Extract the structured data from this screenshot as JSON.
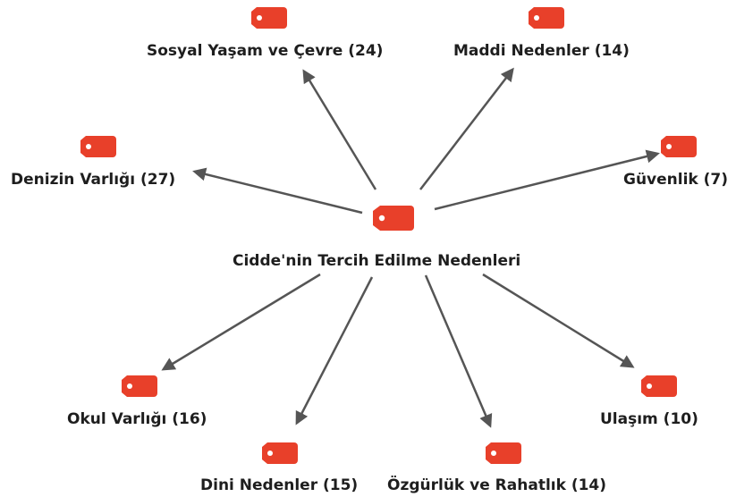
{
  "diagram": {
    "center": {
      "label": "Cidde'nin Tercih Edilme Nedenleri"
    },
    "nodes": [
      {
        "id": "sosyal",
        "label": "Sosyal Yaşam ve Çevre (24)"
      },
      {
        "id": "maddi",
        "label": "Maddi Nedenler (14)"
      },
      {
        "id": "deniz",
        "label": "Denizin Varlığı (27)"
      },
      {
        "id": "guvenlik",
        "label": "Güvenlik (7)"
      },
      {
        "id": "okul",
        "label": "Okul Varlığı (16)"
      },
      {
        "id": "ulasim",
        "label": "Ulaşım (10)"
      },
      {
        "id": "dini",
        "label": "Dini Nedenler (15)"
      },
      {
        "id": "ozgurluk",
        "label": "Özgürlük ve Rahatlık (14)"
      }
    ],
    "colors": {
      "tag": "#e8402a",
      "arrow": "#555555",
      "text": "#1e1e1e"
    }
  }
}
